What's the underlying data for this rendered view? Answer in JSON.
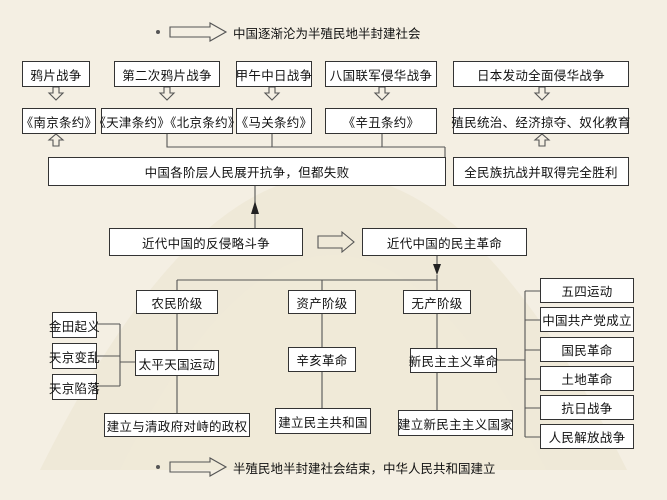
{
  "diagram": {
    "top_banner": "中国逐渐沦为半殖民地半封建社会",
    "bottom_banner": "半殖民地半封建社会结束，中华人民共和国建立",
    "row1": {
      "opium_war": "鸦片战争",
      "second_opium_war": "第二次鸦片战争",
      "sino_japanese_war": "甲午中日战争",
      "eight_nation_war": "八国联军侵华战争",
      "japan_full_invasion": "日本发动全面侵华战争"
    },
    "row2": {
      "nanjing_treaty": "《南京条约》",
      "tianjin_beijing_treaty": "《天津条约》《北京条约》",
      "shimonoseki_treaty": "《马关条约》",
      "xinchou_treaty": "《辛丑条约》",
      "colonial_rule": "殖民统治、经济掠夺、奴化教育"
    },
    "row3": {
      "resistance_failed": "中国各阶层人民展开抗争，但都失败",
      "total_resistance_victory": "全民族抗战并取得完全胜利"
    },
    "middle": {
      "anti_aggression": "近代中国的反侵略斗争",
      "democratic_revolution": "近代中国的民主革命"
    },
    "classes": {
      "peasant": "农民阶级",
      "bourgeois": "资产阶级",
      "proletarian": "无产阶级"
    },
    "peasant_events": {
      "jintian_uprising": "金田起义",
      "tianjing_incident": "天京变乱",
      "tianjing_fall": "天京陷落",
      "taiping_movement": "太平天国运动",
      "taiping_result": "建立与清政府对峙的政权"
    },
    "bourgeois_events": {
      "xinhai_revolution": "辛亥革命",
      "xinhai_result": "建立民主共和国"
    },
    "proletarian_events": {
      "new_democratic_revolution": "新民主主义革命",
      "new_democratic_result": "建立新民主主义国家"
    },
    "stages": {
      "may_fourth": "五四运动",
      "cpc_founding": "中国共产党成立",
      "national_revolution": "国民革命",
      "land_revolution": "土地革命",
      "anti_japanese_war": "抗日战争",
      "liberation_war": "人民解放战争"
    },
    "colors": {
      "background": "#f4efe3",
      "box_border": "#333333",
      "line": "#555555"
    }
  }
}
